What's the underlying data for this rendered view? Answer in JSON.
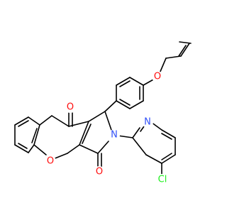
{
  "colors": {
    "bond": "#000000",
    "oxygen": "#ff0d0d",
    "nitrogen": "#3050f8",
    "chlorine": "#1ff01f",
    "background": "#ffffff"
  },
  "atoms": {
    "o_ether": "O",
    "o_ketone_top": "O",
    "o_ring": "O",
    "o_ketone_bottom": "O",
    "n_lactam": "N",
    "n_pyridine": "N",
    "cl": "Cl"
  }
}
